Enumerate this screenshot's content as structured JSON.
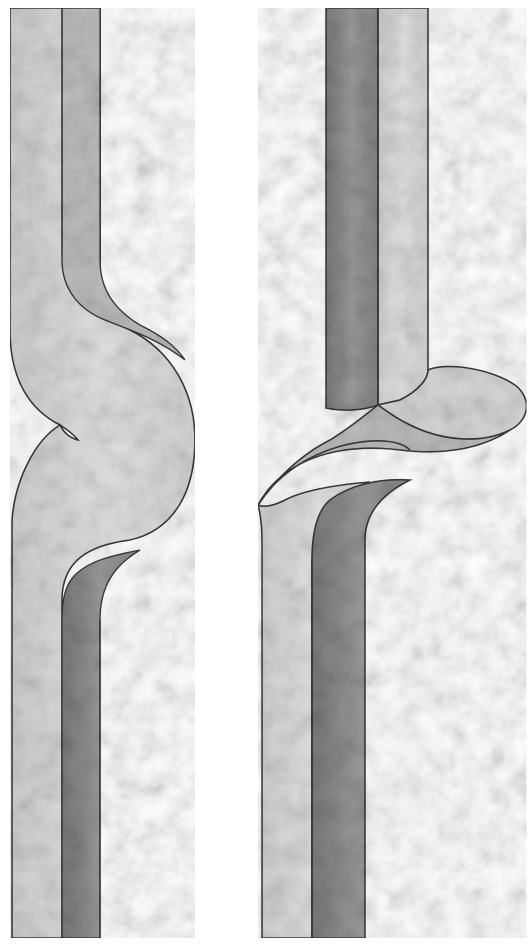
{
  "figure": {
    "panels": [
      {
        "id": "left",
        "icon": "bulging-strip-illustration"
      },
      {
        "id": "right",
        "icon": "folded-strip-illustration"
      }
    ],
    "colors": {
      "background": "#ffffff",
      "light_face": "#d9d9d9",
      "light_face_alt": "#cfcfcf",
      "dark_face": "#8f8f8f",
      "dark_face_alt": "#7a7a7a",
      "outline": "#3a3a3a"
    }
  }
}
